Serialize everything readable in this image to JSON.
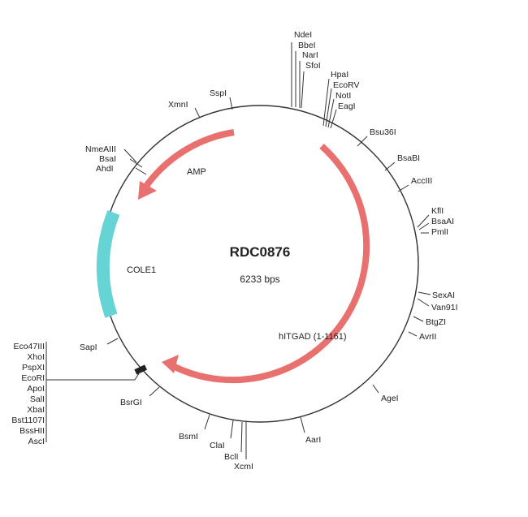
{
  "plasmid": {
    "name": "RDC0876",
    "size_label": "6233 bps"
  },
  "features": [
    {
      "name": "AMP",
      "color": "#e8706e"
    },
    {
      "name": "COLE1",
      "color": "#66d4d4"
    },
    {
      "name": "hITGAD (1-1161)",
      "color": "#e8706e"
    }
  ],
  "sites": {
    "top": [
      "NdeI",
      "BbeI",
      "NarI",
      "SfoI"
    ],
    "top2": [
      "HpaI",
      "EcoRV",
      "NotI",
      "EagI"
    ],
    "right": [
      "Bsu36I",
      "BsaBI",
      "AccIII",
      "KflI",
      "BsaAI",
      "PmlI",
      "SexAI",
      "Van91I",
      "BtgZI",
      "AvrII",
      "AgeI",
      "AarI"
    ],
    "bottom": [
      "XcmI",
      "BclI",
      "ClaI",
      "BsmI",
      "BsrGI"
    ],
    "left": [
      "SapI",
      "AhdI",
      "BsaI",
      "NmeAIII",
      "XmnI",
      "SspI"
    ],
    "mcs": [
      "Eco47III",
      "XhoI",
      "PspXI",
      "EcoRI",
      "ApoI",
      "SalI",
      "XbaI",
      "Bst1107I",
      "BssHII",
      "AscI"
    ]
  },
  "colors": {
    "backbone": "#333333",
    "feature_red": "#e8706e",
    "feature_cyan": "#66d4d4",
    "leader": "#333333"
  }
}
